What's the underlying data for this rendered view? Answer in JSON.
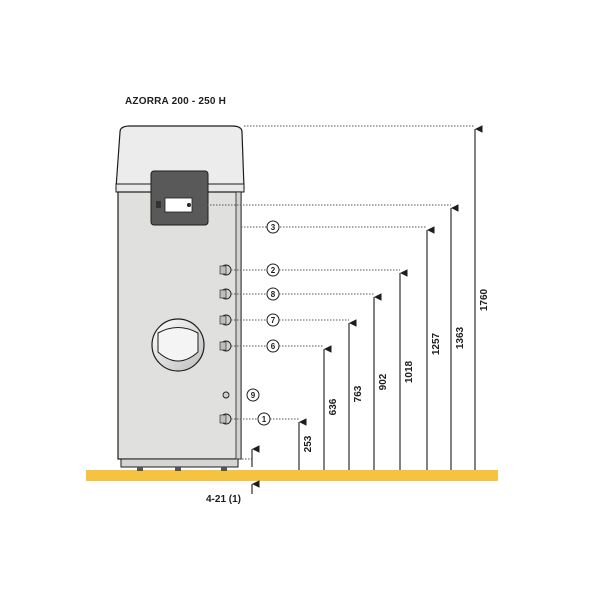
{
  "title": "AZORRA 200 - 250 H",
  "heights": [
    {
      "label": "253",
      "connection": "1",
      "value": 253
    },
    {
      "label": "636",
      "connection": "6",
      "value": 636
    },
    {
      "label": "763",
      "connection": "7",
      "value": 763
    },
    {
      "label": "902",
      "connection": "8",
      "value": 902
    },
    {
      "label": "1018",
      "connection": "2",
      "value": 1018
    },
    {
      "label": "1257",
      "connection": "3",
      "value": 1257
    },
    {
      "label": "1363",
      "connection": "",
      "value": 1363
    },
    {
      "label": "1760",
      "connection": "",
      "value": 1760
    }
  ],
  "connections": [
    "1",
    "2",
    "3",
    "6",
    "7",
    "8",
    "9"
  ],
  "feet_label": "4-21 (1)",
  "colors": {
    "floor": "#f6c341",
    "tank_body": "#e0e0df",
    "tank_top": "#ececec",
    "panel": "#595959",
    "line": "#1d1d1b",
    "dotted": "#555555"
  }
}
